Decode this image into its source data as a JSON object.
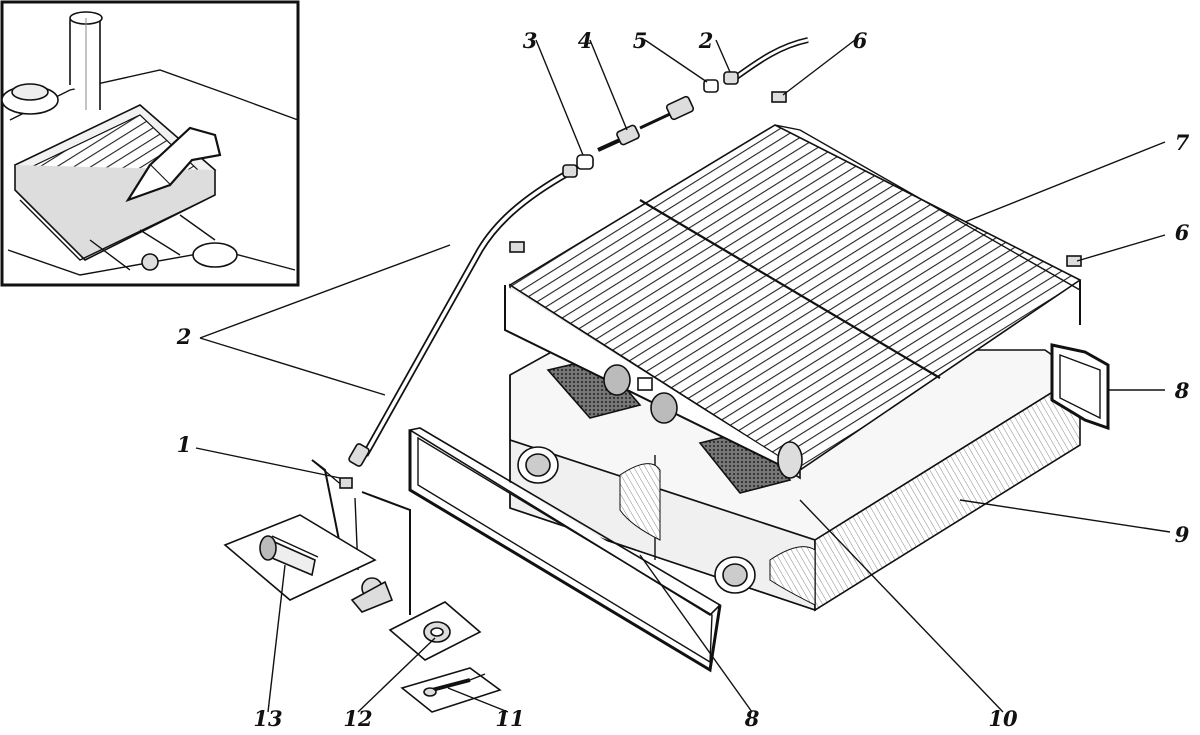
{
  "callouts": [
    {
      "id": "c1",
      "text": "1"
    },
    {
      "id": "c2a",
      "text": "2"
    },
    {
      "id": "c2b",
      "text": "2"
    },
    {
      "id": "c3",
      "text": "3"
    },
    {
      "id": "c4",
      "text": "4"
    },
    {
      "id": "c5",
      "text": "5"
    },
    {
      "id": "c6a",
      "text": "6"
    },
    {
      "id": "c6b",
      "text": "6"
    },
    {
      "id": "c7",
      "text": "7"
    },
    {
      "id": "c8a",
      "text": "8"
    },
    {
      "id": "c8b",
      "text": "8"
    },
    {
      "id": "c9",
      "text": "9"
    },
    {
      "id": "c10",
      "text": "10"
    },
    {
      "id": "c11",
      "text": "11"
    },
    {
      "id": "c12",
      "text": "12"
    },
    {
      "id": "c13",
      "text": "13"
    }
  ],
  "colors": {
    "ink": "#111111",
    "paper": "#ffffff",
    "shade": "#cfcfcf"
  }
}
